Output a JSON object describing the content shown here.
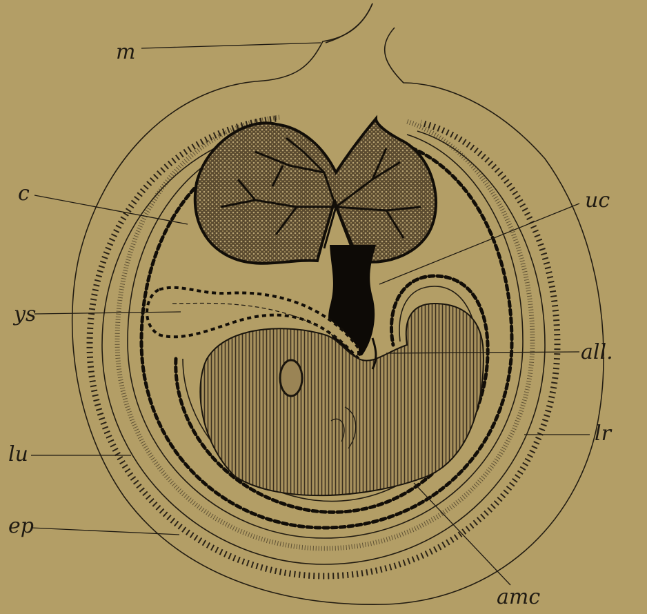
{
  "labels": {
    "m": "m",
    "c": "c",
    "uc": "uc",
    "ys": "ys",
    "all": "all.",
    "lr": "lr",
    "lu": "lu",
    "ep": "ep",
    "amc": "amc"
  },
  "colors": {
    "background": "#b39e66",
    "ink": "#1f1a12",
    "placenta": "#2b2316",
    "embryo": "#8c7650"
  }
}
